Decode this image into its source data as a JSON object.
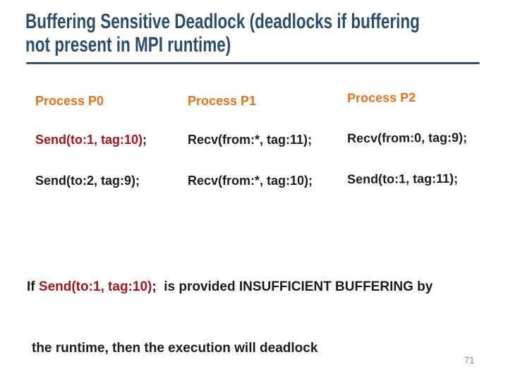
{
  "slide": {
    "title_lines": [
      "Buffering Sensitive Deadlock (deadlocks if buffering",
      "not present in MPI runtime)"
    ],
    "page_number": "71"
  },
  "colors": {
    "title": "#2D4D6E",
    "rule": "#33506B",
    "orange": "#E1731E",
    "red": "#A0181E",
    "black": "#1C1C1C",
    "gray": "#8A8A8A"
  },
  "process_table": {
    "columns": [
      {
        "header": "Process P0",
        "rows": [
          {
            "parts": [
              {
                "text": "Send(to:1, tag:10)",
                "color": "red"
              },
              {
                "text": ";",
                "color": "black"
              }
            ]
          },
          {
            "parts": [
              {
                "text": "Send(to:2, tag:9);",
                "color": "black"
              }
            ]
          }
        ]
      },
      {
        "header": "Process P1",
        "rows": [
          {
            "parts": [
              {
                "text": "Recv(from:*, tag:11);",
                "color": "black"
              }
            ]
          },
          {
            "parts": [
              {
                "text": "Recv(from:*, tag:10);",
                "color": "black"
              }
            ]
          }
        ]
      },
      {
        "header": "Process P2",
        "rows": [
          {
            "parts": [
              {
                "text": "Recv(from:0, tag:9);",
                "color": "black"
              }
            ]
          },
          {
            "parts": [
              {
                "text": "Send(to:1, tag:11);",
                "color": "black"
              }
            ]
          }
        ]
      }
    ]
  },
  "note": {
    "line1_parts": [
      {
        "text": "If ",
        "color": "black"
      },
      {
        "text": "Send(to:1, tag:10)",
        "color": "red"
      },
      {
        "text": ";  is provided INSUFFICIENT BUFFERING by",
        "color": "black"
      }
    ],
    "line2": "the runtime, then the execution will deadlock"
  }
}
